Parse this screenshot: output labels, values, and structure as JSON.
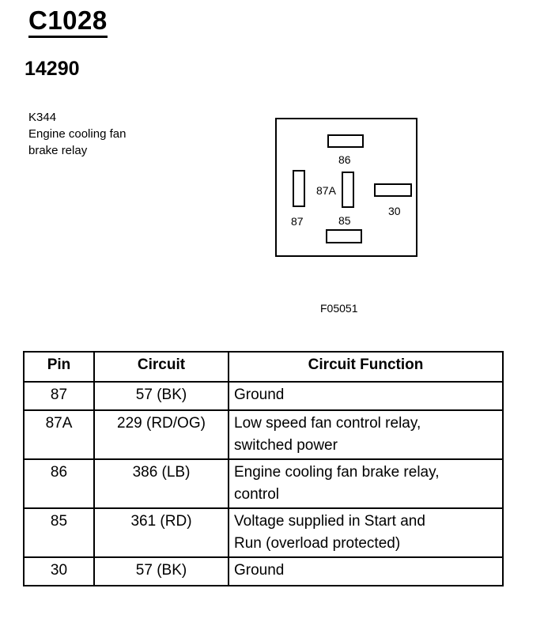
{
  "connector": "C1028",
  "part_number": "14290",
  "component": {
    "code": "K344",
    "name_lines": [
      "Engine cooling fan",
      "brake relay"
    ]
  },
  "relay_pins": {
    "top": "86",
    "center": "87A",
    "left": "87",
    "right": "30",
    "bottom": "85"
  },
  "figure_code": "F05051",
  "table": {
    "headers": [
      "Pin",
      "Circuit",
      "Circuit Function"
    ],
    "rows": [
      {
        "pin": "87",
        "circuit": "57 (BK)",
        "function": [
          "Ground"
        ]
      },
      {
        "pin": "87A",
        "circuit": "229 (RD/OG)",
        "function": [
          "Low speed fan control relay,",
          "switched power"
        ]
      },
      {
        "pin": "86",
        "circuit": "386 (LB)",
        "function": [
          "Engine cooling fan brake relay,",
          "control"
        ]
      },
      {
        "pin": "85",
        "circuit": "361 (RD)",
        "function": [
          "Voltage supplied in Start and",
          "Run (overload protected)"
        ]
      },
      {
        "pin": "30",
        "circuit": "57 (BK)",
        "function": [
          "Ground"
        ]
      }
    ]
  }
}
